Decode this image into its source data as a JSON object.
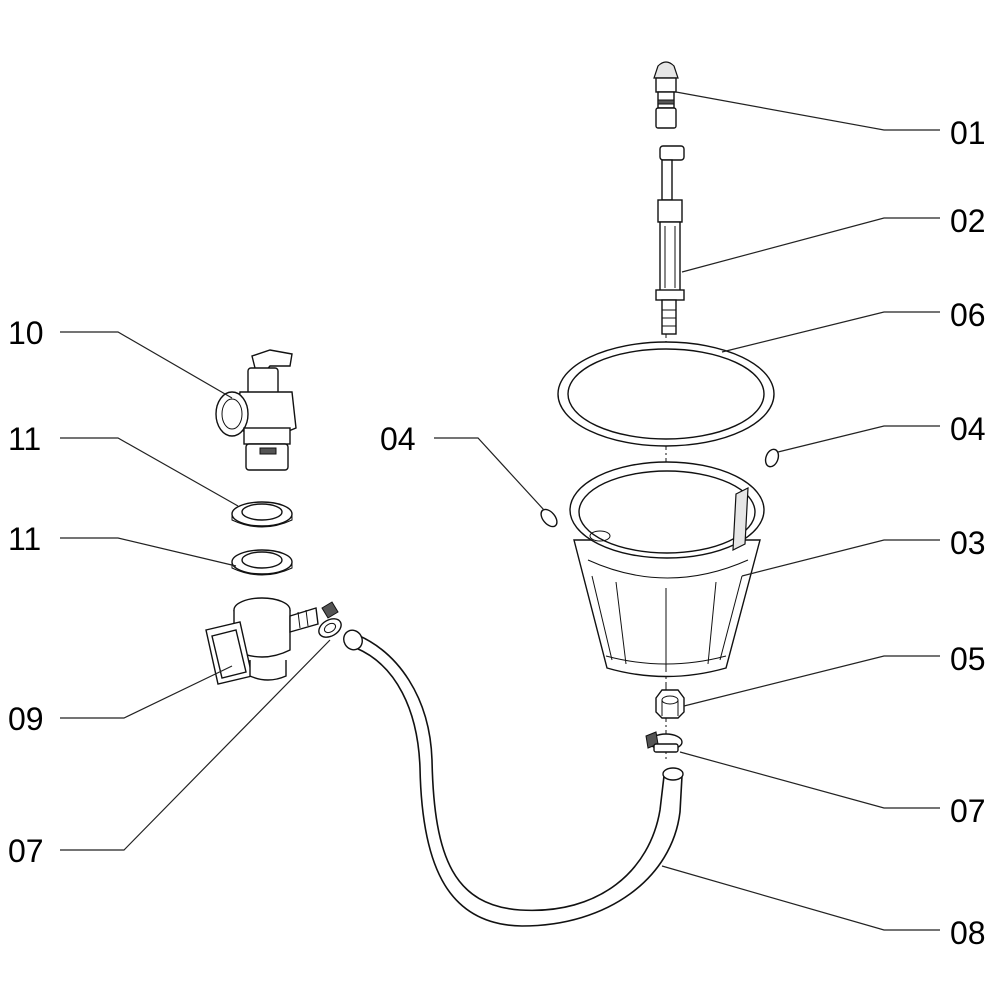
{
  "labels": {
    "p01": "01",
    "p02": "02",
    "p06": "06",
    "p04_right": "04",
    "p04_left": "04",
    "p03": "03",
    "p05": "05",
    "p07_right": "07",
    "p08": "08",
    "p10": "10",
    "p11_top": "11",
    "p11_bottom": "11",
    "p09": "09",
    "p07_left": "07"
  }
}
